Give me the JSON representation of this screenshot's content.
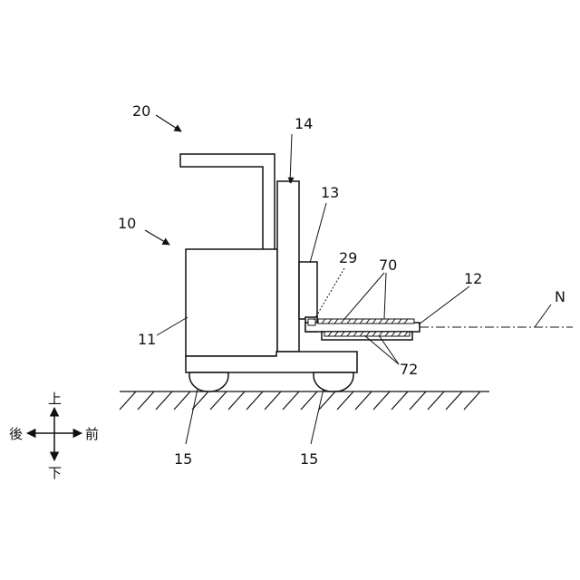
{
  "labels": {
    "vehicle": "10",
    "body": "11",
    "fork": "12",
    "mast_box": "13",
    "mast": "14",
    "wheel_rear": "15",
    "wheel_front": "15",
    "handle": "20",
    "sensor": "29",
    "upper_pad": "70",
    "lower_pad": "72",
    "axis_N": "N"
  },
  "directions": {
    "up": "上",
    "down": "下",
    "rear": "後",
    "front": "前"
  }
}
